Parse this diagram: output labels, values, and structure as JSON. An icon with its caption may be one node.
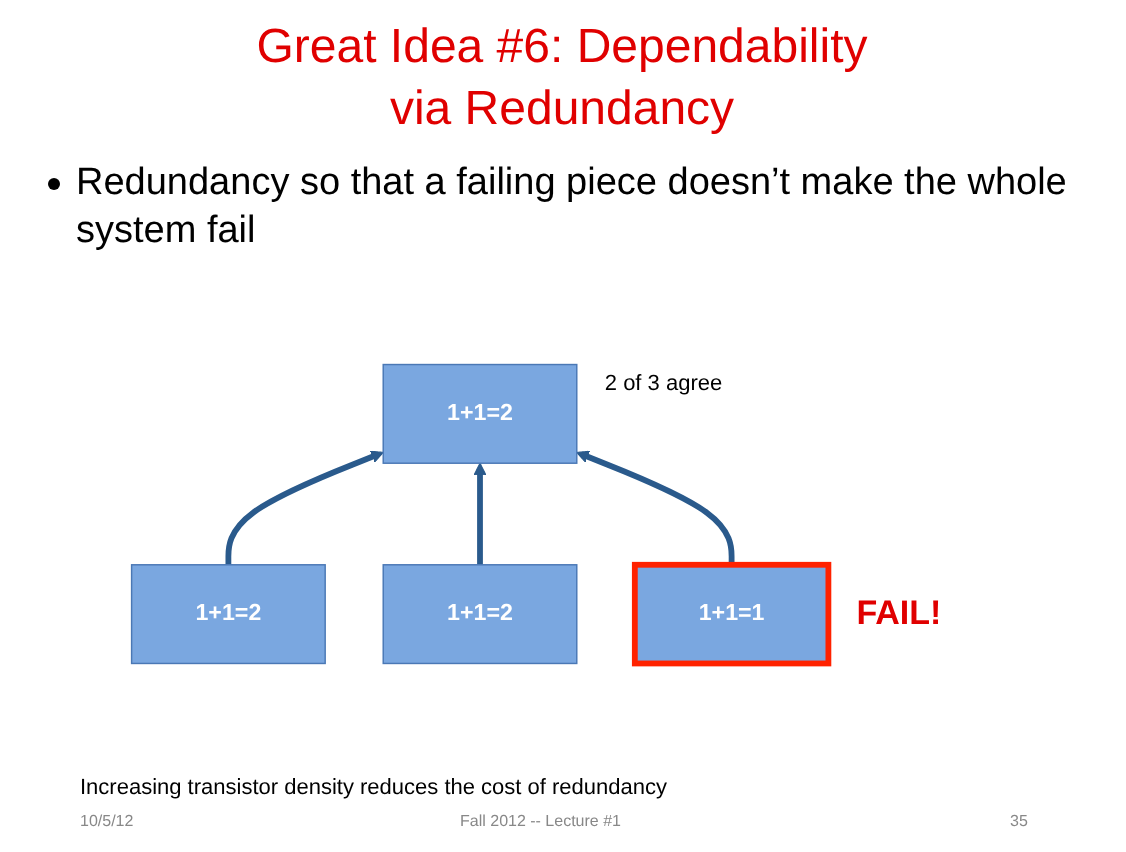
{
  "diagram": {
    "title": "Great Idea #6: Dependability via Redundancy",
    "nodes": [
      {
        "text": [
          "1+1=2"
        ],
        "beside": [
          "2 of 3 agree"
        ]
      },
      {
        "text": [
          "1+1=2"
        ]
      },
      {
        "text": [
          "1+1=2"
        ]
      },
      {
        "text": [
          "1+1=1"
        ],
        "beside": [
          "FAIL!"
        ]
      }
    ],
    "edges": [
      {
        "from": 1,
        "to": 0,
        "arrow": "to"
      },
      {
        "from": 2,
        "to": 0,
        "arrow": "to"
      },
      {
        "from": 3,
        "to": 0,
        "arrow": "to"
      }
    ],
    "labels": [
      "Redundancy so that a failing piece doesn’t make the whole system fail",
      "Increasing transistor density reduces the cost of redundancy",
      "10/5/12",
      "Fall 2012 -- Lecture #1",
      "35"
    ]
  }
}
